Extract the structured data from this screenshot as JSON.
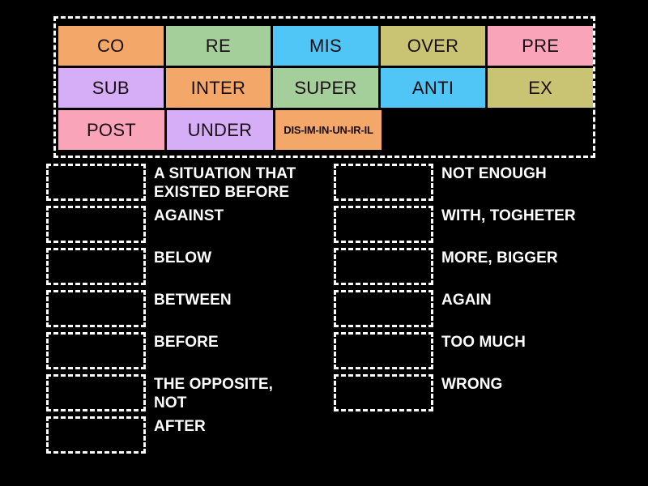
{
  "app": {
    "background_color": "#000000",
    "activity_type": "match-up-drag-and-drop"
  },
  "tile_bank": {
    "name": "prefix-tile-bank",
    "border_style": "dashed-white",
    "rows": [
      [
        {
          "label": "CO",
          "color": "#F3A768"
        },
        {
          "label": "RE",
          "color": "#A5CF9A"
        },
        {
          "label": "MIS",
          "color": "#4FC6F5"
        },
        {
          "label": "OVER",
          "color": "#C9C473"
        },
        {
          "label": "PRE",
          "color": "#FAA4BA"
        }
      ],
      [
        {
          "label": "SUB",
          "color": "#D6AEF8"
        },
        {
          "label": "INTER",
          "color": "#F3A768"
        },
        {
          "label": "SUPER",
          "color": "#A5CF9A"
        },
        {
          "label": "ANTI",
          "color": "#4FC6F5"
        },
        {
          "label": "EX",
          "color": "#C9C473"
        }
      ],
      [
        {
          "label": "POST",
          "color": "#FAA4BA"
        },
        {
          "label": "UNDER",
          "color": "#D6AEF8"
        },
        {
          "label": "DIS-IM-IN-UN-IR-IL",
          "color": "#F3A768",
          "small": true
        }
      ]
    ]
  },
  "answers": {
    "left_column": [
      {
        "label": "A SITUATION THAT\nEXISTED BEFORE"
      },
      {
        "label": "AGAINST"
      },
      {
        "label": "BELOW"
      },
      {
        "label": "BETWEEN"
      },
      {
        "label": "BEFORE"
      },
      {
        "label": "THE OPPOSITE,\nNOT"
      },
      {
        "label": "AFTER"
      }
    ],
    "right_column": [
      {
        "label": "NOT ENOUGH"
      },
      {
        "label": "WITH, TOGHETER"
      },
      {
        "label": "MORE, BIGGER"
      },
      {
        "label": "AGAIN"
      },
      {
        "label": "TOO MUCH"
      },
      {
        "label": "WRONG"
      }
    ]
  }
}
